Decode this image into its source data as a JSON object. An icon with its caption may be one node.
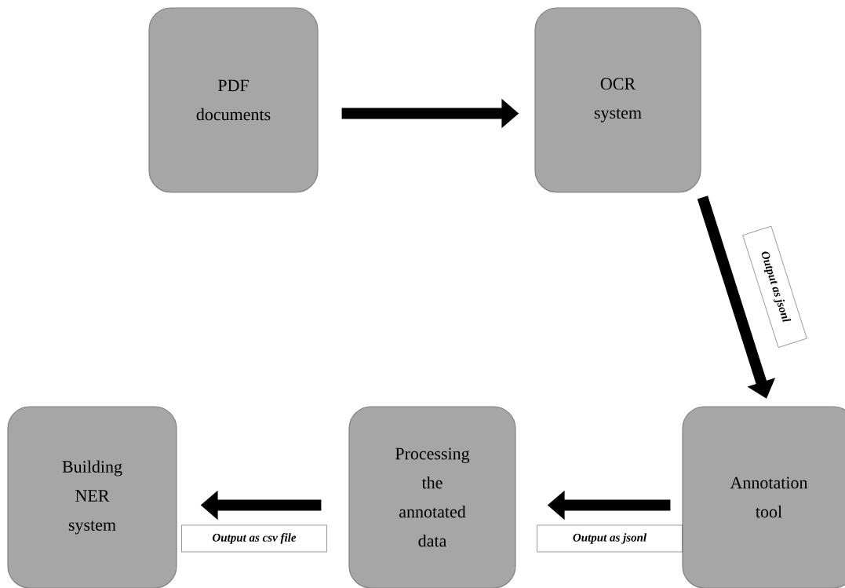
{
  "diagram": {
    "nodes": [
      {
        "text": [
          "PDF documents"
        ]
      },
      {
        "text": [
          "OCR system"
        ]
      },
      {
        "text": [
          "Annotation tool"
        ]
      },
      {
        "text": [
          "Processing the annotated data"
        ]
      },
      {
        "text": [
          "Building NER system"
        ]
      }
    ],
    "edges": [
      {
        "from": 0,
        "to": 1,
        "arrow": "to"
      },
      {
        "from": 1,
        "to": 2,
        "arrow": "to",
        "label": "Output as jsonl"
      },
      {
        "from": 2,
        "to": 3,
        "arrow": "to",
        "label": "Output as jsonl"
      },
      {
        "from": 3,
        "to": 4,
        "arrow": "to",
        "label": "Output as csv file"
      }
    ]
  }
}
